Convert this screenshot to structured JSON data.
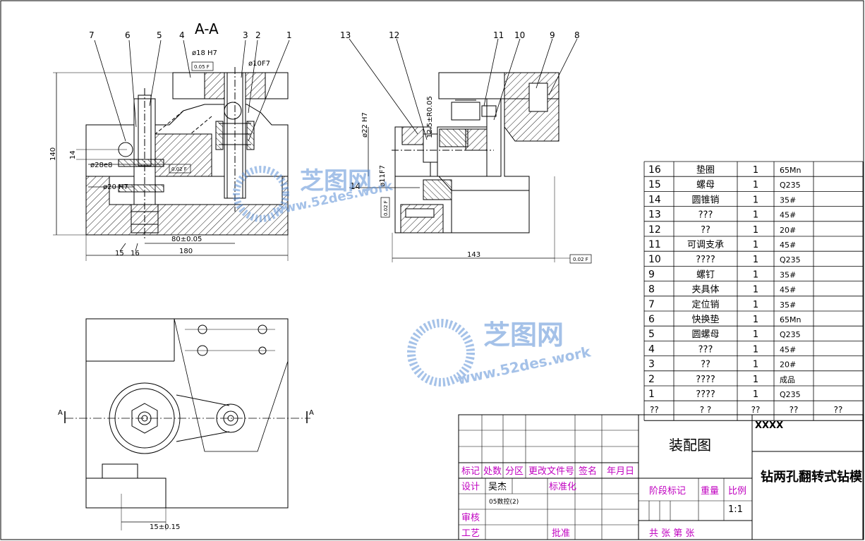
{
  "section_title": "A-A",
  "section_marks": [
    "A",
    "A"
  ],
  "balloons_left": [
    "7",
    "6",
    "5",
    "4",
    "3",
    "2",
    "1"
  ],
  "balloons_right": [
    "13",
    "12",
    "11",
    "10",
    "9",
    "8"
  ],
  "balloons_bottom": [
    "15",
    "16"
  ],
  "balloon_14": "14",
  "balloon_14b": "14",
  "dimensions": {
    "overall_height": "140",
    "overall_width_left": "180",
    "center_distance": "80±0.05",
    "d18": "ø18 H7",
    "d10": "ø10F7",
    "d28": "ø28e8",
    "d20": "ø20 H7",
    "dim14": "14",
    "d22": "ø22 H7",
    "r005": "12.5±R0.05",
    "d11": "ø11F7",
    "overall_width_right": "143",
    "plan_offset": "15±0.15",
    "tol_a": "0.05 F",
    "tol_b": "0.02 F",
    "tol_c": "0.02 F",
    "tol_d": "0.02 F"
  },
  "watermark": {
    "brand": "芝图网",
    "url": "www.52des.work"
  },
  "parts_list": [
    {
      "no": "16",
      "name": "垫圈",
      "qty": "1",
      "material": "65Mn",
      "note": ""
    },
    {
      "no": "15",
      "name": "螺母",
      "qty": "1",
      "material": "Q235",
      "note": ""
    },
    {
      "no": "14",
      "name": "圆锥销",
      "qty": "1",
      "material": "35#",
      "note": ""
    },
    {
      "no": "13",
      "name": "???",
      "qty": "1",
      "material": "45#",
      "note": ""
    },
    {
      "no": "12",
      "name": "??",
      "qty": "1",
      "material": "20#",
      "note": ""
    },
    {
      "no": "11",
      "name": "可调支承",
      "qty": "1",
      "material": "45#",
      "note": ""
    },
    {
      "no": "10",
      "name": "????",
      "qty": "1",
      "material": "Q235",
      "note": ""
    },
    {
      "no": "9",
      "name": "螺钉",
      "qty": "1",
      "material": "35#",
      "note": ""
    },
    {
      "no": "8",
      "name": "夹具体",
      "qty": "1",
      "material": "45#",
      "note": ""
    },
    {
      "no": "7",
      "name": "定位销",
      "qty": "1",
      "material": "35#",
      "note": ""
    },
    {
      "no": "6",
      "name": "快换垫",
      "qty": "1",
      "material": "65Mn",
      "note": ""
    },
    {
      "no": "5",
      "name": "圆螺母",
      "qty": "1",
      "material": "Q235",
      "note": ""
    },
    {
      "no": "4",
      "name": "???",
      "qty": "1",
      "material": "45#",
      "note": ""
    },
    {
      "no": "3",
      "name": "??",
      "qty": "1",
      "material": "20#",
      "note": ""
    },
    {
      "no": "2",
      "name": "????",
      "qty": "1",
      "material": "成品",
      "note": ""
    },
    {
      "no": "1",
      "name": "????",
      "qty": "1",
      "material": "Q235",
      "note": ""
    }
  ],
  "parts_header": {
    "no": "??",
    "name": "?  ?",
    "qty": "??",
    "material": "??",
    "note": "??"
  },
  "title_block": {
    "headers": [
      "标记",
      "处数",
      "分区",
      "更改文件号",
      "签名",
      "年月日"
    ],
    "design_label": "设计",
    "designer": "吴杰",
    "standardize": "标准化",
    "class_info": "05数控(2)",
    "review": "审核",
    "process": "工艺",
    "approve": "批准",
    "drawing_type": "装配图",
    "stage_mark": "阶段标记",
    "weight": "重量",
    "scale_label": "比例",
    "scale_value": "1:1",
    "sheets": "共    张 第    张",
    "code": "XXXX",
    "drawing_name": "钻两孔翻转式钻模"
  },
  "colors": {
    "line": "#000000",
    "label": "#c000c0",
    "watermark": "#5b8fd6"
  }
}
